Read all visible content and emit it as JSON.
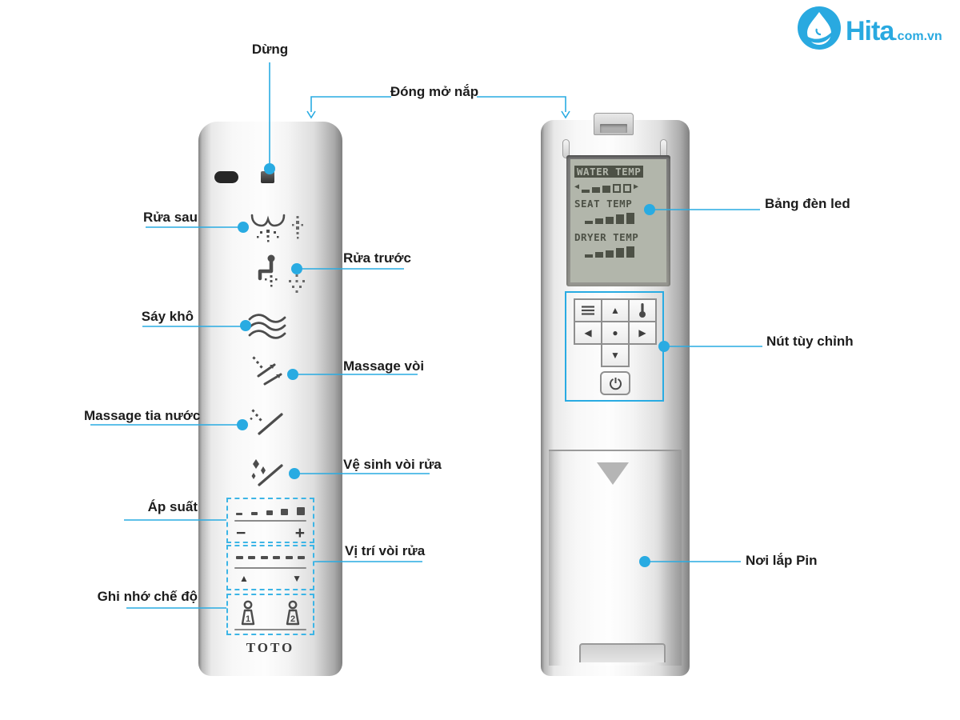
{
  "accent_color": "#29abe2",
  "logo": {
    "brand": "Hita",
    "suffix": ".com.vn",
    "color": "#29a9e0"
  },
  "annotations": {
    "stop": "Dừng",
    "lid": "Đóng mở nắp",
    "rear_wash": "Rửa sau",
    "front_wash": "Rửa trước",
    "dry": "Sáy khô",
    "massage_wand": "Massage vòi",
    "massage_jet": "Massage tia nước",
    "clean_wand": "Vệ sinh vòi rửa",
    "pressure": "Áp suất",
    "wand_position": "Vị trí vòi rửa",
    "memory": "Ghi nhớ chế độ",
    "led_panel": "Bảng đèn led",
    "custom_buttons": "Nút tùy chỉnh",
    "battery": "Nơi lắp Pin"
  },
  "left_remote": {
    "brand": "TOTO",
    "pressure_minus": "−",
    "pressure_plus": "+",
    "position_up": "▲",
    "position_down": "▼",
    "memory_1": "1",
    "memory_2": "2"
  },
  "right_remote": {
    "display": {
      "arrow_left": "◀",
      "arrow_right": "▶",
      "rows": [
        {
          "label": "WATER TEMP",
          "filled": 3,
          "empty": 2,
          "selected": true
        },
        {
          "label": "SEAT TEMP",
          "filled": 5,
          "empty": 0,
          "selected": false
        },
        {
          "label": "DRYER TEMP",
          "filled": 5,
          "empty": 0,
          "selected": false
        }
      ]
    },
    "buttons": {
      "up": "▲",
      "down": "▼",
      "left": "◀",
      "right": "▶",
      "center": "●"
    }
  }
}
